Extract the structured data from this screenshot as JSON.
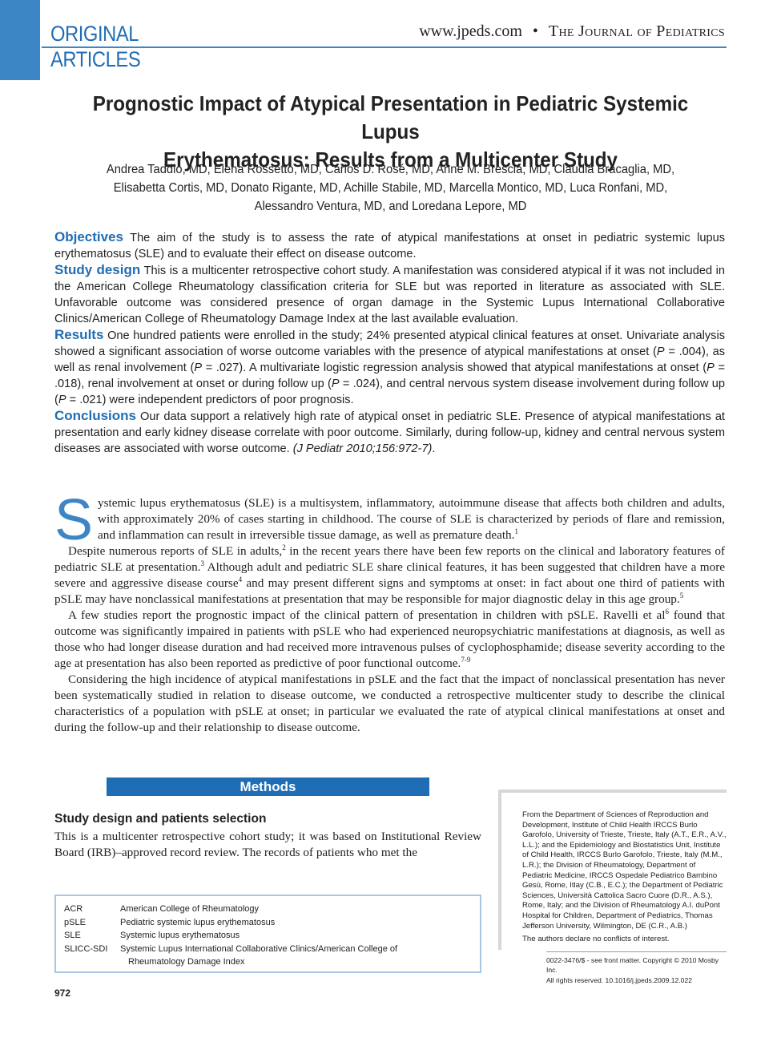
{
  "header": {
    "section_line1": "ORIGINAL",
    "section_line2": "ARTICLES",
    "website": "www.jpeds.com",
    "bullet": "•",
    "journal": "The Journal of Pediatrics"
  },
  "article": {
    "title_line1": "Prognostic Impact of Atypical Presentation in Pediatric Systemic Lupus",
    "title_line2": "Erythematosus: Results from a Multicenter Study",
    "authors_line1": "Andrea Taddio, MD, Elena Rossetto, MD, Carlos D. Rosé, MD, Anne M. Brescia, MD, Claudia Bracaglia, MD,",
    "authors_line2": "Elisabetta Cortis, MD, Donato Rigante, MD, Achille Stabile, MD, Marcella Montico, MD, Luca Ronfani, MD,",
    "authors_line3": "Alessandro Ventura, MD, and Loredana Lepore, MD"
  },
  "abstract": {
    "objectives_label": "Objectives",
    "objectives_text": "The aim of the study is to assess the rate of atypical manifestations at onset in pediatric systemic lupus erythematosus (SLE) and to evaluate their effect on disease outcome.",
    "design_label": "Study design",
    "design_text": "This is a multicenter retrospective cohort study. A manifestation was considered atypical if it was not included in the American College Rheumatology classification criteria for SLE but was reported in literature as associated with SLE. Unfavorable outcome was considered presence of organ damage in the Systemic Lupus International Collaborative Clinics/American College of Rheumatology Damage Index at the last available evaluation.",
    "results_label": "Results",
    "results_text_a": "One hundred patients were enrolled in the study; 24% presented atypical clinical features at onset. Univariate analysis showed a significant association of worse outcome variables with the presence of atypical manifestations at onset (",
    "results_p": "P",
    "results_text_b": " = .004), as well as renal involvement (",
    "results_text_c": " = .027). A multivariate logistic regression analysis showed that atypical manifestations at onset (",
    "results_text_d": " = .018), renal involvement at onset or during follow up (",
    "results_text_e": " = .024), and central nervous system disease involvement during follow up (",
    "results_text_f": " = .021) were independent predictors of poor prognosis.",
    "conclusions_label": "Conclusions",
    "conclusions_text": "Our data support a relatively high rate of atypical onset in pediatric SLE. Presence of atypical manifestations at presentation and early kidney disease correlate with poor outcome. Similarly, during follow-up, kidney and central nervous system diseases are associated with worse outcome.",
    "citation": "(J Pediatr 2010;156:972-7)",
    "citation_end": "."
  },
  "body": {
    "dropcap": "S",
    "p1_a": "ystemic lupus erythematosus (SLE) is a multisystem, inflammatory, autoimmune disease that affects both children and adults, with approximately 20% of cases starting in childhood. The course of SLE is characterized by periods of flare and remission, and inflammation can result in irreversible tissue damage, as well as premature death.",
    "p1_ref1": "1",
    "p2_a": "Despite numerous reports of SLE in adults,",
    "p2_ref2": "2",
    "p2_b": " in the recent years there have been few reports on the clinical and laboratory features of pediatric SLE at presentation.",
    "p2_ref3": "3",
    "p2_c": " Although adult and pediatric SLE share clinical features, it has been suggested that children have a more severe and aggressive disease course",
    "p2_ref4": "4",
    "p2_d": " and may present different signs and symptoms at onset: in fact about one third of patients with pSLE may have nonclassical manifestations at presentation that may be responsible for major diagnostic delay in this age group.",
    "p2_ref5": "5",
    "p3_a": "A few studies report the prognostic impact of the clinical pattern of presentation in children with pSLE. Ravelli et al",
    "p3_ref6": "6",
    "p3_b": " found that outcome was significantly impaired in patients with pSLE who had experienced neuropsychiatric manifestations at diagnosis, as well as those who had longer disease duration and had received more intravenous pulses of cyclophosphamide; disease severity according to the age at presentation has also been reported as predictive of poor functional outcome.",
    "p3_ref79": "7-9",
    "p4": "Considering the high incidence of atypical manifestations in pSLE and the fact that the impact of nonclassical presentation has never been systematically studied in relation to disease outcome, we conducted a retrospective multicenter study to describe the clinical characteristics of a population with pSLE at onset; in particular we evaluated the rate of atypical clinical manifestations at onset and during the follow-up and their relationship to disease outcome."
  },
  "methods": {
    "heading": "Methods",
    "subheading": "Study design and patients selection",
    "para": "This is a multicenter retrospective cohort study; it was based on Institutional Review Board (IRB)–approved record review. The records of patients who met the"
  },
  "abbreviations": [
    {
      "key": "ACR",
      "value": "American College of Rheumatology",
      "cont": ""
    },
    {
      "key": "pSLE",
      "value": "Pediatric systemic lupus erythematosus",
      "cont": ""
    },
    {
      "key": "SLE",
      "value": "Systemic lupus erythematosus",
      "cont": ""
    },
    {
      "key": "SLICC-SDI",
      "value": "Systemic Lupus International Collaborative Clinics/American College of",
      "cont": "Rheumatology Damage Index"
    }
  ],
  "affiliations": {
    "text": "From the Department of Sciences of Reproduction and Development, Institute of Child Health IRCCS Burlo Garofolo, University of Trieste, Trieste, Italy (A.T., E.R., A.V., L.L.); and the Epidemiology and Biostatistics Unit, Institute of Child Health, IRCCS Burlo Garofolo, Trieste, Italy (M.M., L.R.); the Division of Rheumatology, Department of Pediatric Medicine, IRCCS Ospedale Pediatrico Bambino Gesù, Rome, Itlay (C.B., E.C.); the Department of Pediatric Sciences, Università Cattolica Sacro Cuore (D.R., A.S.), Rome, Italy; and the Division of Rheumatology A.I. duPont Hospital for Children, Department of Pediatrics, Thomas Jefferson University, Wilmington, DE (C.R., A.B.)",
    "conflicts": "The authors declare no conflicts of interest.",
    "copyright_line1": "0022-3476/$ - see front matter. Copyright © 2010 Mosby Inc.",
    "copyright_line2": "All rights reserved. 10.1016/j.jpeds.2009.12.022"
  },
  "page_number": "972"
}
